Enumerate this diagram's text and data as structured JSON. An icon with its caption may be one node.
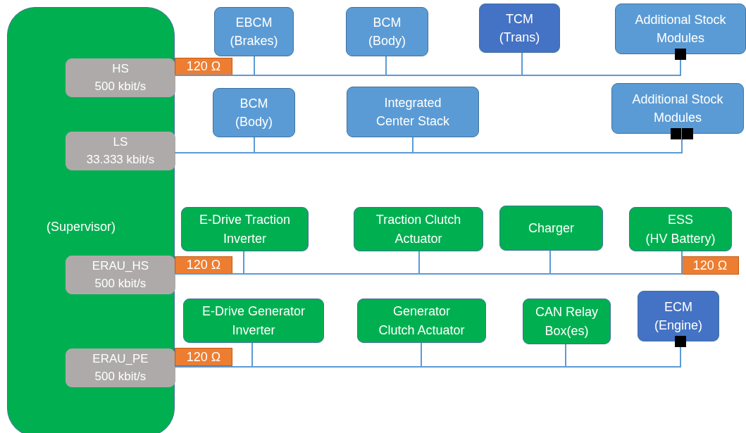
{
  "diagram": {
    "nodes": [
      {
        "text": [
          "(Supervisor)"
        ]
      },
      {
        "text": [
          "HS",
          "500 kbit/s"
        ],
        "in": 0
      },
      {
        "text": [
          "LS",
          "33.333 kbit/s"
        ],
        "in": 0
      },
      {
        "text": [
          "ERAU_HS",
          "500 kbit/s"
        ],
        "in": 0
      },
      {
        "text": [
          "ERAU_PE",
          "500 kbit/s"
        ],
        "in": 0
      },
      {
        "text": [
          "120 Ω"
        ]
      },
      {
        "text": [
          "120 Ω"
        ]
      },
      {
        "text": [
          "120 Ω"
        ]
      },
      {
        "text": [
          "120 Ω"
        ]
      },
      {
        "text": [
          "EBCM (Brakes)"
        ]
      },
      {
        "text": [
          "BCM (Body)"
        ]
      },
      {
        "text": [
          "TCM (Trans)"
        ]
      },
      {
        "text": [
          "Additional Stock Modules"
        ]
      },
      {
        "text": [
          "BCM (Body)"
        ]
      },
      {
        "text": [
          "Integrated Center Stack"
        ]
      },
      {
        "text": [
          "Additional Stock Modules"
        ]
      },
      {
        "text": [
          "E-Drive Traction Inverter"
        ]
      },
      {
        "text": [
          "Traction Clutch Actuator"
        ]
      },
      {
        "text": [
          "Charger"
        ]
      },
      {
        "text": [
          "ESS (HV Battery)"
        ]
      },
      {
        "text": [
          "E-Drive Generator Inverter"
        ]
      },
      {
        "text": [
          "Generator Clutch Actuator"
        ]
      },
      {
        "text": [
          "CAN Relay Box(es)"
        ]
      },
      {
        "text": [
          "ECM (Engine)"
        ]
      }
    ],
    "edges": [
      {
        "from": 1,
        "to": 9,
        "arrow": "none"
      },
      {
        "from": 1,
        "to": 10,
        "arrow": "none"
      },
      {
        "from": 1,
        "to": 11,
        "arrow": "none"
      },
      {
        "from": 1,
        "to": 12,
        "arrow": "other"
      },
      {
        "from": 2,
        "to": 13,
        "arrow": "none"
      },
      {
        "from": 2,
        "to": 14,
        "arrow": "none"
      },
      {
        "from": 2,
        "to": 15,
        "arrow": "other"
      },
      {
        "from": 3,
        "to": 16,
        "arrow": "none"
      },
      {
        "from": 3,
        "to": 17,
        "arrow": "none"
      },
      {
        "from": 3,
        "to": 18,
        "arrow": "none"
      },
      {
        "from": 3,
        "to": 19,
        "arrow": "none"
      },
      {
        "from": 4,
        "to": 20,
        "arrow": "none"
      },
      {
        "from": 4,
        "to": 21,
        "arrow": "none"
      },
      {
        "from": 4,
        "to": 22,
        "arrow": "none"
      },
      {
        "from": 4,
        "to": 23,
        "arrow": "other"
      }
    ]
  }
}
